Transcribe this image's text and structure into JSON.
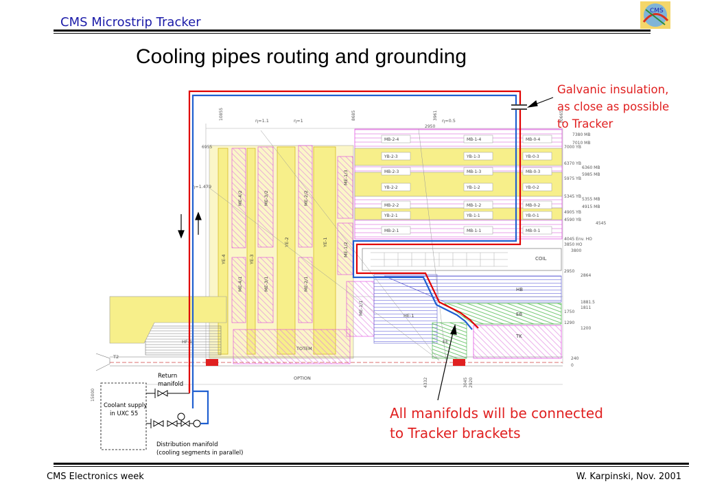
{
  "header": {
    "title": "CMS Microstrip Tracker",
    "logo_text": "CMS"
  },
  "slide": {
    "title": "Cooling pipes routing and grounding"
  },
  "annotations": {
    "galvanic": [
      "Galvanic insulation,",
      "as close as possible",
      "to Tracker"
    ],
    "manifolds": [
      "All manifolds will be connected",
      "to Tracker brackets"
    ]
  },
  "legend_box": {
    "coolant_supply": "Coolant supply",
    "coolant_location": "in UXC 55",
    "return_line1": "Return",
    "return_line2": "manifold",
    "distribution_line1": "Distribution manifold",
    "distribution_line2": "(cooling segments in parallel)"
  },
  "drawing": {
    "muon_labels": [
      "MB-2-4",
      "MB-1-4",
      "MB-0-4",
      "YB-2-3",
      "YB-1-3",
      "YB-0-3",
      "MB-2-3",
      "MB-1-3",
      "MB-0-3",
      "YB-2-2",
      "YB-1-2",
      "YB-0-2",
      "MB-2-2",
      "MB-1-2",
      "MB-0-2",
      "YB-2-1",
      "YB-1-1",
      "YB-0-1",
      "MB-2-1",
      "MB-1-1",
      "MB-0-1"
    ],
    "endcap_labels": [
      "YE-4",
      "ME-4/2",
      "YE-3",
      "ME-3/2",
      "ME-2/2",
      "YE-2",
      "YE-1",
      "ME-1/3",
      "ME-1/2",
      "ME-4/1",
      "ME-3/1",
      "ME-2/1",
      "ME-1/1",
      "HE-1",
      "HF-1",
      "TOTEM",
      "OPTION",
      "EE",
      "T2",
      "HE-1"
    ],
    "inner_labels": [
      "COIL",
      "HB",
      "EB",
      "TK"
    ],
    "eta_labels": [
      "η=1.1",
      "η=1",
      "η=0.5",
      "η=1.479"
    ],
    "dim_right": [
      "7380 MB",
      "7010 MB",
      "7000 YB",
      "6370 YB",
      "6360 MB",
      "5985 MB",
      "5975 YB",
      "5355 MB",
      "5345 YB",
      "4915 MB",
      "4905 YB",
      "4590 YB",
      "4545",
      "4045 Env. HO",
      "3850 HO",
      "3800",
      "2950",
      "2864",
      "1881.5",
      "1811",
      "1750",
      "1290",
      "1200",
      "240",
      "0"
    ],
    "dim_top": [
      "10855",
      "8685",
      "3961",
      "2950",
      "10665"
    ],
    "dim_bottom": [
      "15000",
      "4332",
      "3045",
      "2920"
    ],
    "dim_left": [
      "6955"
    ]
  },
  "footer": {
    "left": "CMS Electronics week",
    "right": "W. Karpinski, Nov. 2001"
  },
  "colors": {
    "header_blue": "#1a1aa8",
    "annotation_red": "#e02020",
    "pipe_red": "#e00000",
    "pipe_blue": "#1f5fd0",
    "yoke_yellow": "#f7ef8a",
    "magenta": "#e040e0"
  }
}
